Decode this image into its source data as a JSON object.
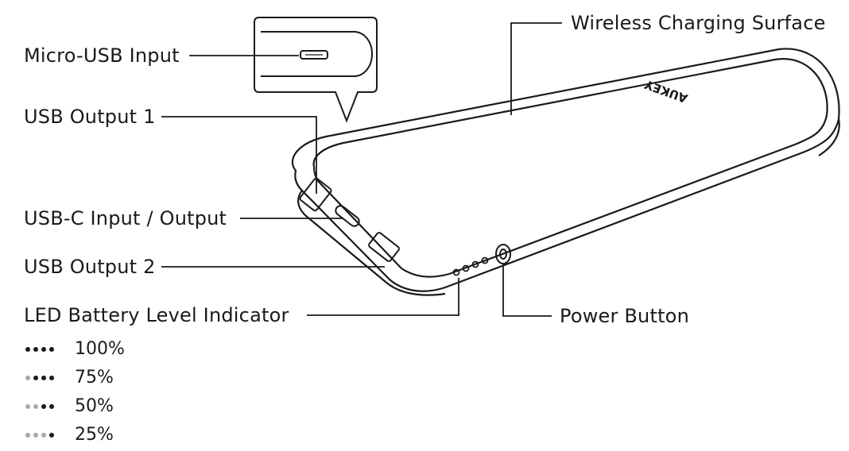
{
  "labels": {
    "micro_usb": "Micro-USB Input",
    "wireless": "Wireless Charging Surface",
    "usb_out_1": "USB Output 1",
    "usb_c": "USB-C Input / Output",
    "usb_out_2": "USB Output 2",
    "led": "LED Battery Level Indicator",
    "power": "Power Button"
  },
  "brand": "AUKEY",
  "led_legend": [
    {
      "pct": "100%",
      "lit": 4
    },
    {
      "pct": "75%",
      "lit": 3
    },
    {
      "pct": "50%",
      "lit": 2
    },
    {
      "pct": "25%",
      "lit": 1
    }
  ],
  "colors": {
    "line": "#1a1a1a",
    "dot_on": "#1a1a1a",
    "dot_off": "#a8a8a8"
  }
}
